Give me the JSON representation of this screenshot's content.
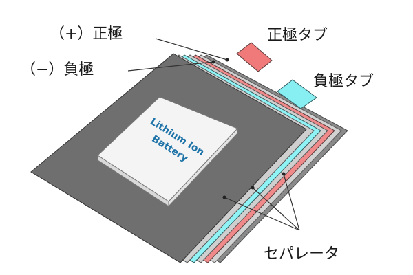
{
  "labels": {
    "positive_electrode": "（+）正極",
    "negative_electrode": "（−）負極",
    "positive_tab": "正極タブ",
    "negative_tab": "負極タブ",
    "separator": "セパレータ"
  },
  "book": {
    "line1": "Lithium Ion",
    "line2": "Battery"
  },
  "colors": {
    "negative_sheet": "#6f6f6f",
    "separator_sheet": "#cfcfcf",
    "positive_sheet": "#f08a8a",
    "cyan_sheet": "#8ff3f5",
    "back_sheet": "#8a8a8a",
    "positive_tab": "#f07a7a",
    "negative_tab": "#87eef2",
    "book_face": "#f4f4f4",
    "book_text": "#1e73a8",
    "line": "#333333"
  }
}
